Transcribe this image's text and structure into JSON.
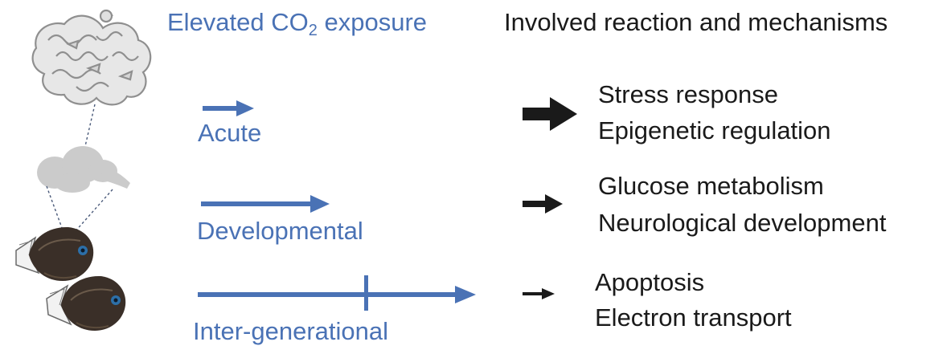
{
  "header": {
    "exposure_prefix": "Elevated CO",
    "exposure_subscript": "2",
    "exposure_suffix": " exposure",
    "mechanisms": "Involved reaction and mechanisms"
  },
  "exposures": [
    {
      "label": "Acute"
    },
    {
      "label": "Developmental"
    },
    {
      "label": "Inter-generational"
    }
  ],
  "mechanisms": [
    {
      "lines": [
        "Stress response",
        "Epigenetic regulation"
      ]
    },
    {
      "lines": [
        "Glucose metabolism",
        "Neurological development"
      ]
    },
    {
      "lines": [
        "Apoptosis",
        "Electron transport"
      ]
    }
  ],
  "colors": {
    "accent_blue": "#4a72b5",
    "text_dark": "#1a1a1a",
    "illustration_gray": "#c8c8c8"
  },
  "icons": {
    "protein": "protein-structure-icon",
    "brain": "fish-brain-icon",
    "fish": "damselfish-icon"
  }
}
